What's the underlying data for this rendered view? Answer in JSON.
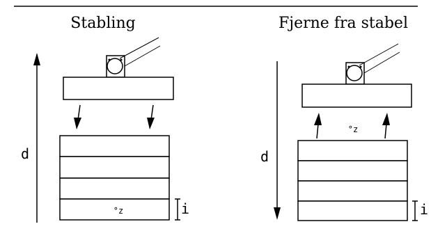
{
  "left_panel": {
    "title": "Stabling",
    "height_label": "d",
    "thickness_label": "i",
    "plate_label": "°z"
  },
  "right_panel": {
    "title": "Fjerne fra stabel",
    "height_label": "d",
    "thickness_label": "i",
    "plate_label": "°z"
  },
  "colors": {
    "line": "#000000",
    "background": "#ffffff"
  }
}
